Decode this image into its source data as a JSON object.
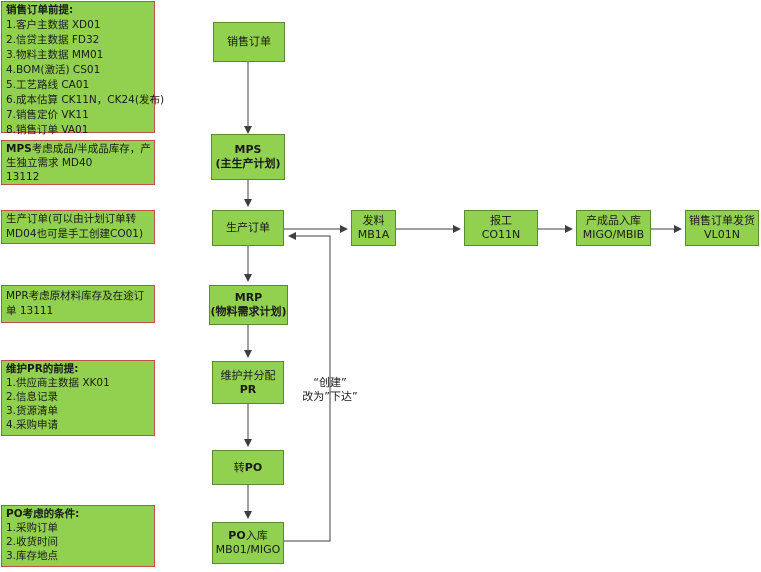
{
  "notes": {
    "sales_prereq": {
      "title": "销售订单前提:",
      "items": [
        "1.客户主数据 XD01",
        "2.信贷主数据 FD32",
        "3.物料主数据 MM01",
        "4.BOM(激活) CS01",
        "5.工艺路线 CA01",
        "6.成本估算 CK11N，CK24(发布)",
        "7.销售定价 VK11",
        "8.销售订单 VA01"
      ]
    },
    "mps": {
      "bold": "MPS",
      "line1": "考虑成品/半成品库存，产",
      "line2": "生独立需求    MD40",
      "line3": "13112"
    },
    "production": {
      "line1": "生产订单(可以由计划订单转",
      "line2": "MD04也可是手工创建CO01)"
    },
    "mrp": {
      "line1": "MPR考虑原材料库存及在途订",
      "line2": "单   13111"
    },
    "pr_prereq": {
      "title": "维护PR的前提:",
      "items": [
        "1.供应商主数据 XK01",
        "2.信息记录",
        "3.货源清单",
        "4.采购申请"
      ]
    },
    "po_conditions": {
      "title": "PO考虑的条件:",
      "items": [
        "1.采购订单",
        "2.收货时间",
        "3.库存地点"
      ]
    }
  },
  "flow": {
    "sales_order": "销售订单",
    "mps": {
      "title": "MPS",
      "sub": "(主生产计划)"
    },
    "production_order": "生产订单",
    "mrp": {
      "title": "MRP",
      "sub": "(物料需求计划)"
    },
    "maintain_pr": {
      "text": "维护并分配",
      "bold": "PR"
    },
    "to_po": {
      "text": "转",
      "bold": "PO"
    },
    "po_receipt": {
      "bold": "PO",
      "text": "入库",
      "code": "MB01/MIGO"
    },
    "issue": {
      "title": "发料",
      "code": "MB1A"
    },
    "report": {
      "title": "报工",
      "code": "CO11N"
    },
    "fg_receipt": {
      "title": "产成品入库",
      "code": "MIGO/MBIB"
    },
    "delivery": {
      "title": "销售订单发货",
      "code": "VL01N"
    }
  },
  "annotation": {
    "line1": "“创建”",
    "line2": "改为”下达”"
  }
}
